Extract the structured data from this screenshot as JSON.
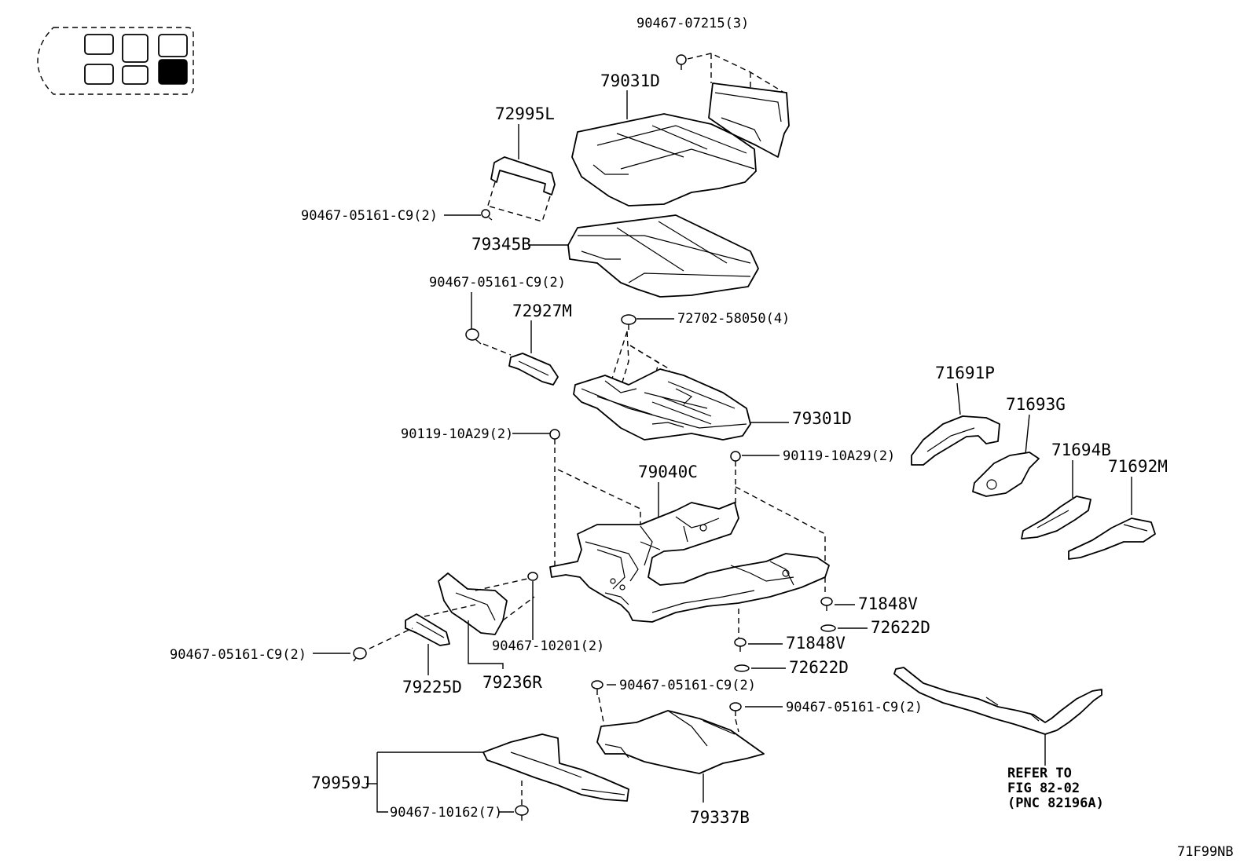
{
  "parts": {
    "p90467_07215": "90467-07215(3)",
    "p79031D": "79031D",
    "p72995L": "72995L",
    "p90467_05161_a": "90467-05161-C9(2)",
    "p79345B": "79345B",
    "p90467_05161_b": "90467-05161-C9(2)",
    "p72927M": "72927M",
    "p72702_58050": "72702-58050(4)",
    "p79301D": "79301D",
    "p90119_10A29_a": "90119-10A29(2)",
    "p90119_10A29_b": "90119-10A29(2)",
    "p79040C": "79040C",
    "p71691P": "71691P",
    "p71693G": "71693G",
    "p71694B": "71694B",
    "p71692M": "71692M",
    "p71848V_a": "71848V",
    "p72622D_a": "72622D",
    "p71848V_b": "71848V",
    "p72622D_b": "72622D",
    "p90467_05161_c": "90467-05161-C9(2)",
    "p90467_10201": "90467-10201(2)",
    "p79225D": "79225D",
    "p79236R": "79236R",
    "p90467_05161_d": "90467-05161-C9(2)",
    "p90467_05161_e": "90467-05161-C9(2)",
    "p79959J": "79959J",
    "p90467_10162": "90467-10162(7)",
    "p79337B": "79337B"
  },
  "reference": {
    "line1": "REFER TO",
    "line2": "FIG 82-02",
    "line3": "(PNC 82196A)"
  },
  "figure_code": "71F99NB",
  "locator": {
    "highlighted_cell": "rear-right-lower"
  }
}
